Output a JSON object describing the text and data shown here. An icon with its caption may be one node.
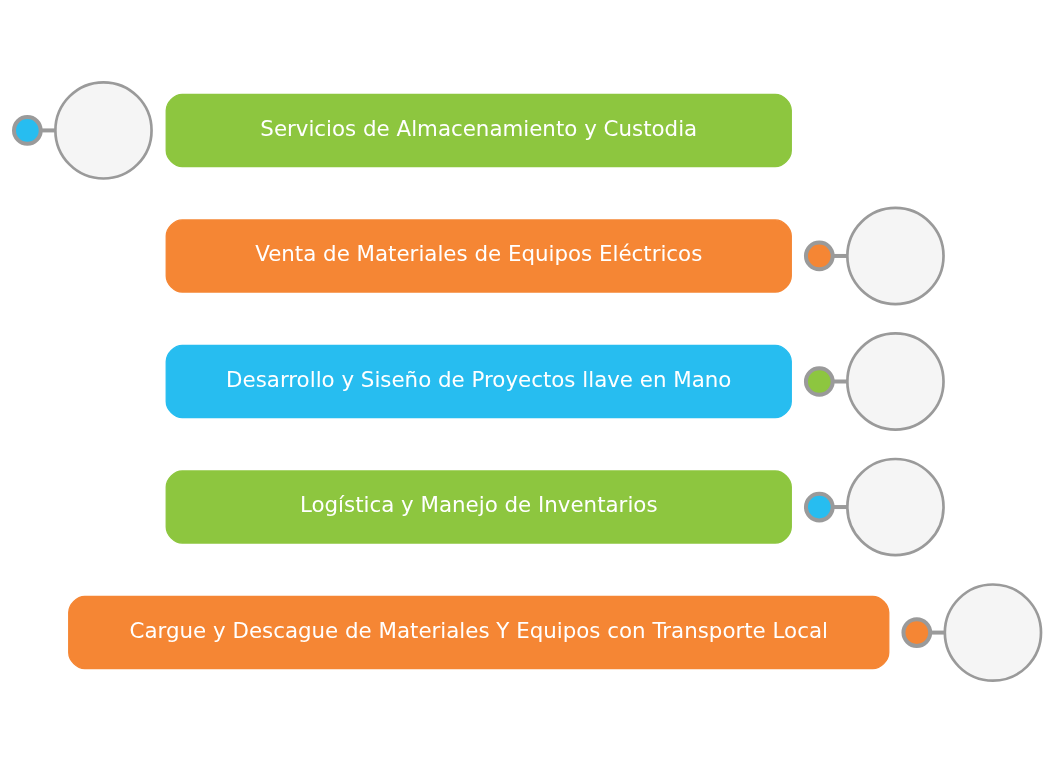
{
  "diagram": {
    "nodes": [
      {
        "text": [],
        "shape": "circle"
      },
      {
        "text": [
          "Servicios de Almacenamiento y Custodia"
        ]
      },
      {
        "text": [],
        "shape": "circle"
      },
      {
        "text": [],
        "shape": "circle"
      },
      {
        "text": [
          "Venta de Materiales de Equipos Eléctricos"
        ]
      },
      {
        "text": [],
        "shape": "circle"
      },
      {
        "text": [],
        "shape": "circle"
      },
      {
        "text": [
          "Desarrollo y Siseño de Proyectos llave en Mano"
        ]
      },
      {
        "text": [],
        "shape": "circle"
      },
      {
        "text": [],
        "shape": "circle"
      },
      {
        "text": [
          "Logística y Manejo de Inventarios"
        ]
      },
      {
        "text": [],
        "shape": "circle"
      },
      {
        "text": [],
        "shape": "circle"
      },
      {
        "text": [
          "Cargue y Descague de Materiales Y Equipos con Transporte Local"
        ]
      },
      {
        "text": [],
        "shape": "circle"
      }
    ],
    "edges": [
      {
        "from": 2,
        "to": 0,
        "arrow": "none"
      },
      {
        "from": 5,
        "to": 3,
        "arrow": "none"
      },
      {
        "from": 8,
        "to": 6,
        "arrow": "none"
      },
      {
        "from": 11,
        "to": 9,
        "arrow": "none"
      },
      {
        "from": 14,
        "to": 12,
        "arrow": "none"
      }
    ]
  }
}
